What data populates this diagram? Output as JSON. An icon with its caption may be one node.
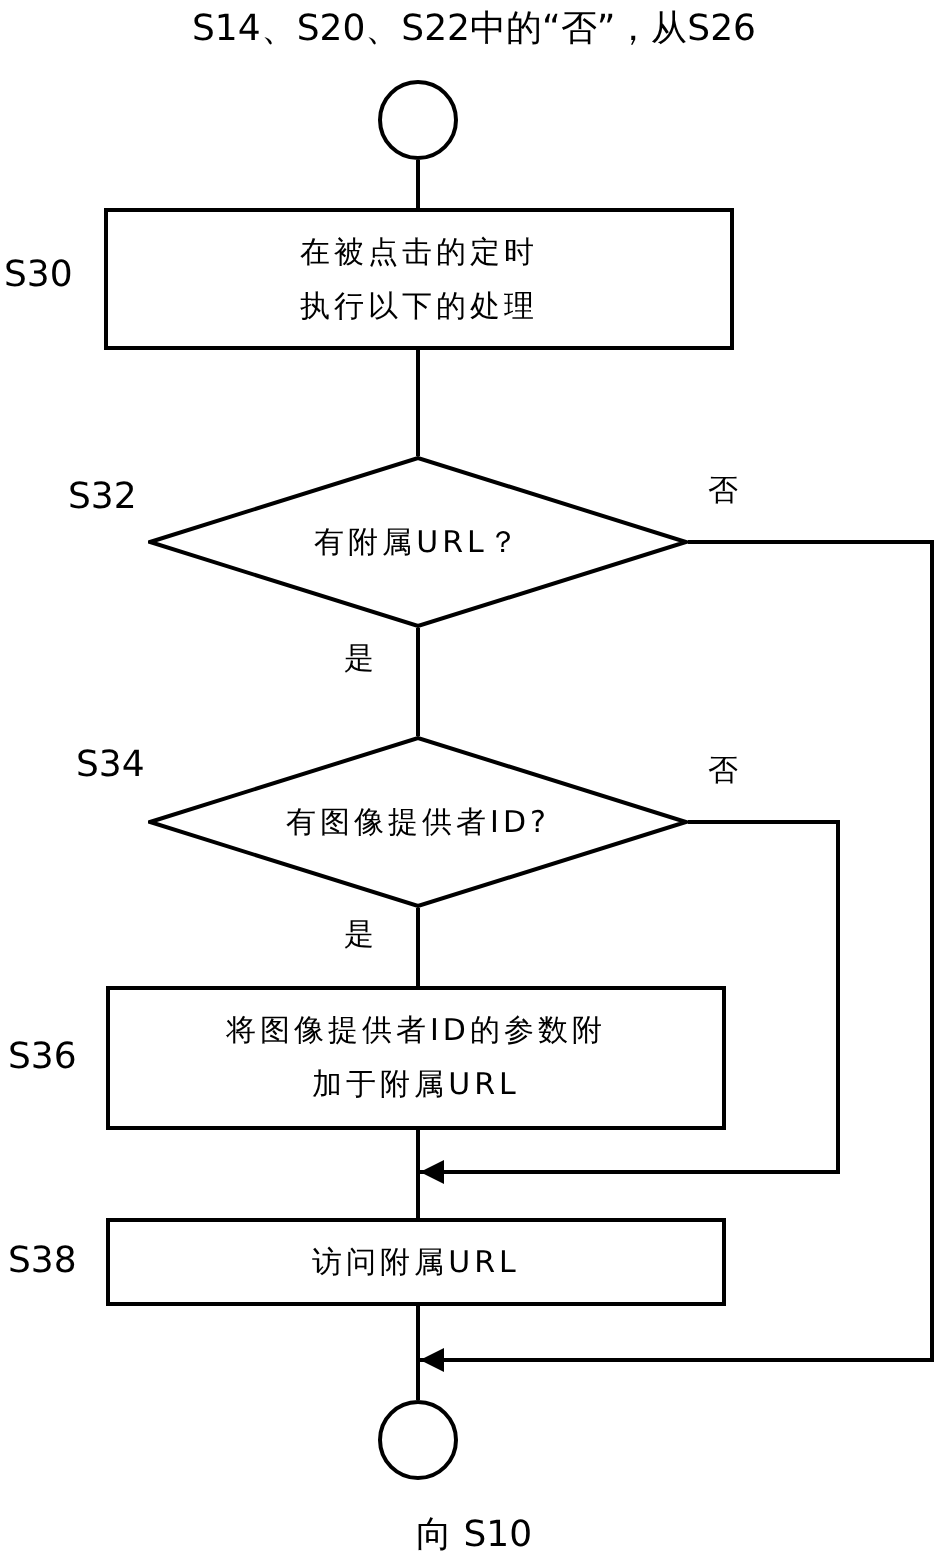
{
  "diagram": {
    "nodes": [
      {
        "text": [],
        "shape": "circle",
        "beside": [
          "S14、S20、S22中的“否”，从S26"
        ]
      },
      {
        "text": [
          "在被点击的定时执行以下的处理"
        ],
        "beside": [
          "S30"
        ]
      },
      {
        "text": [
          "有附属URL？"
        ],
        "beside": [
          "S32"
        ]
      },
      {
        "text": [
          "有图像提供者ID?"
        ],
        "beside": [
          "S34"
        ]
      },
      {
        "text": [
          "将图像提供者ID的参数附加于附属URL"
        ],
        "beside": [
          "S36"
        ]
      },
      {
        "text": [
          "访问附属URL"
        ],
        "beside": [
          "S38"
        ]
      },
      {
        "text": [],
        "shape": "circle",
        "beside": [
          "向 S10"
        ]
      }
    ],
    "edges": [
      {
        "from": 0,
        "to": 1,
        "arrow": "none"
      },
      {
        "from": 1,
        "to": 2,
        "arrow": "none"
      },
      {
        "from": 2,
        "to": 3,
        "arrow": "none",
        "label": "是"
      },
      {
        "from": 3,
        "to": 4,
        "arrow": "none",
        "label": "是"
      },
      {
        "from": 4,
        "to": 5,
        "arrow": "none"
      },
      {
        "from": 3,
        "to": 5,
        "arrow": "to",
        "label": "否"
      },
      {
        "from": 5,
        "to": 6,
        "arrow": "none"
      },
      {
        "from": 2,
        "to": 6,
        "arrow": "to",
        "label": "否"
      }
    ]
  }
}
